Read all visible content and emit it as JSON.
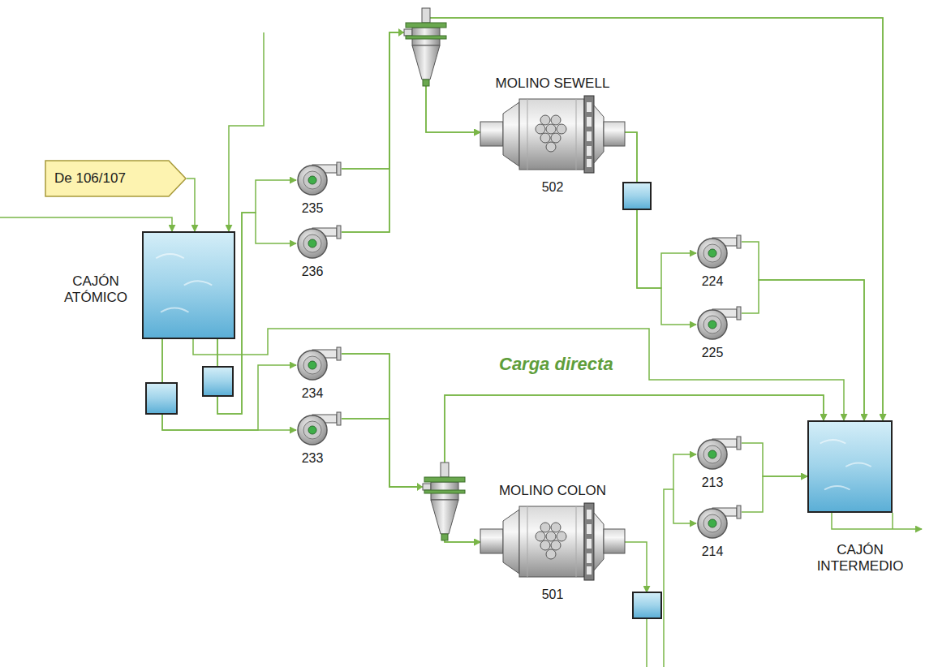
{
  "diagram": {
    "nodes": [
      {
        "text": [
          "De 106/107"
        ]
      },
      {
        "text": [
          "CAJÓN ATÓMICO"
        ]
      },
      {
        "text": [
          "235"
        ]
      },
      {
        "text": [
          "236"
        ]
      },
      {
        "text": [
          "MOLINO SEWELL",
          "502"
        ]
      },
      {
        "text": [
          "224"
        ]
      },
      {
        "text": [
          "225"
        ]
      },
      {
        "text": [
          "234"
        ]
      },
      {
        "text": [
          "233"
        ]
      },
      {
        "text": [
          "MOLINO COLON",
          "501"
        ]
      },
      {
        "text": [
          "213"
        ]
      },
      {
        "text": [
          "214"
        ]
      },
      {
        "text": [
          "CAJÓN INTERMEDIO"
        ]
      }
    ],
    "edges": [
      {
        "from": 0,
        "to": 1,
        "arrow": "to"
      },
      {
        "from": 1,
        "to": 2,
        "arrow": "to"
      },
      {
        "from": 1,
        "to": 3,
        "arrow": "to"
      },
      {
        "from": 1,
        "to": 7,
        "arrow": "to"
      },
      {
        "from": 1,
        "to": 8,
        "arrow": "to"
      },
      {
        "from": 1,
        "to": 12,
        "label": "Carga directa",
        "arrow": "to"
      },
      {
        "from": 2,
        "to": 4,
        "arrow": "to"
      },
      {
        "from": 3,
        "to": 4,
        "arrow": "to"
      },
      {
        "from": 2,
        "to": 12,
        "arrow": "to"
      },
      {
        "from": 3,
        "to": 12,
        "arrow": "to"
      },
      {
        "from": 4,
        "to": 5,
        "arrow": "to"
      },
      {
        "from": 4,
        "to": 6,
        "arrow": "to"
      },
      {
        "from": 5,
        "to": 12,
        "arrow": "to"
      },
      {
        "from": 6,
        "to": 12,
        "arrow": "to"
      },
      {
        "from": 7,
        "to": 9,
        "arrow": "to"
      },
      {
        "from": 8,
        "to": 9,
        "arrow": "to"
      },
      {
        "from": 7,
        "to": 12,
        "arrow": "to"
      },
      {
        "from": 8,
        "to": 12,
        "arrow": "to"
      },
      {
        "from": 10,
        "to": 12,
        "arrow": "to"
      },
      {
        "from": 11,
        "to": 12,
        "arrow": "to"
      }
    ]
  }
}
